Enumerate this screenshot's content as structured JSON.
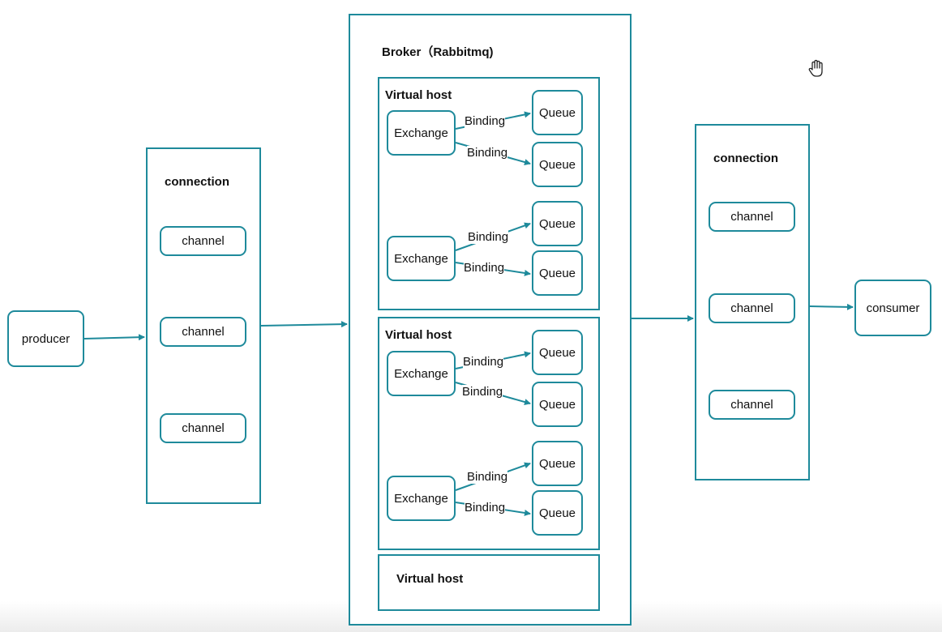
{
  "producer": {
    "label": "producer"
  },
  "producer_connection": {
    "title": "connection",
    "channels": [
      "channel",
      "channel",
      "channel"
    ]
  },
  "broker": {
    "title": "Broker（Rabbitmq)",
    "virtual_hosts": [
      {
        "title": "Virtual host",
        "groups": [
          {
            "exchange": "Exchange",
            "bindings": [
              {
                "label": "Binding",
                "queue": "Queue"
              },
              {
                "label": "Binding",
                "queue": "Queue"
              }
            ]
          },
          {
            "exchange": "Exchange",
            "bindings": [
              {
                "label": "Binding",
                "queue": "Queue"
              },
              {
                "label": "Binding",
                "queue": "Queue"
              }
            ]
          }
        ]
      },
      {
        "title": "Virtual host",
        "groups": [
          {
            "exchange": "Exchange",
            "bindings": [
              {
                "label": "Binding",
                "queue": "Queue"
              },
              {
                "label": "Binding",
                "queue": "Queue"
              }
            ]
          },
          {
            "exchange": "Exchange",
            "bindings": [
              {
                "label": "Binding",
                "queue": "Queue"
              },
              {
                "label": "Binding",
                "queue": "Queue"
              }
            ]
          }
        ]
      },
      {
        "title": "Virtual host",
        "groups": []
      }
    ]
  },
  "consumer_connection": {
    "title": "connection",
    "channels": [
      "channel",
      "channel",
      "channel"
    ]
  },
  "consumer": {
    "label": "consumer"
  },
  "colors": {
    "line": "#1e8a9b",
    "arrow": "#1e8a9b"
  },
  "cursor_icon": "hand-pointer-icon"
}
